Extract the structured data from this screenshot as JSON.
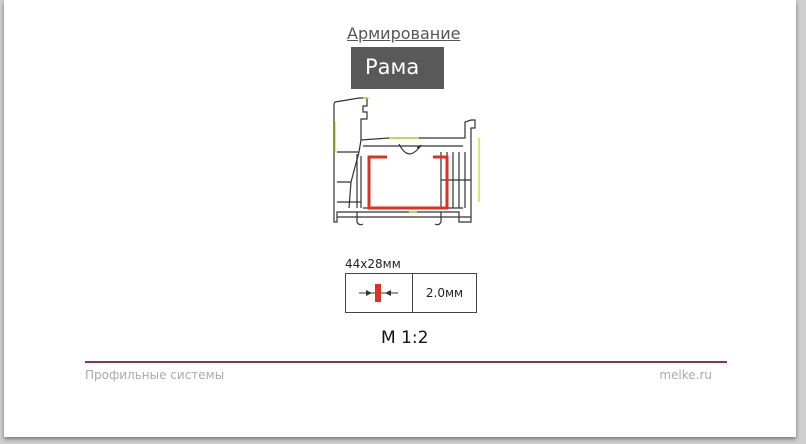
{
  "header": {
    "link_title": "Армирование",
    "overlay_label": "Рама"
  },
  "reinforcement": {
    "dimensions": "44x28мм",
    "thickness": "2.0мм",
    "thickness_icon": "thickness-arrows-icon"
  },
  "scale": "М 1:2",
  "footer": {
    "left": "Профильные системы",
    "right": "melke.ru",
    "rule_color": "#8a3447"
  },
  "colors": {
    "reinforcement": "#e0301e",
    "overlay": "#595959"
  }
}
